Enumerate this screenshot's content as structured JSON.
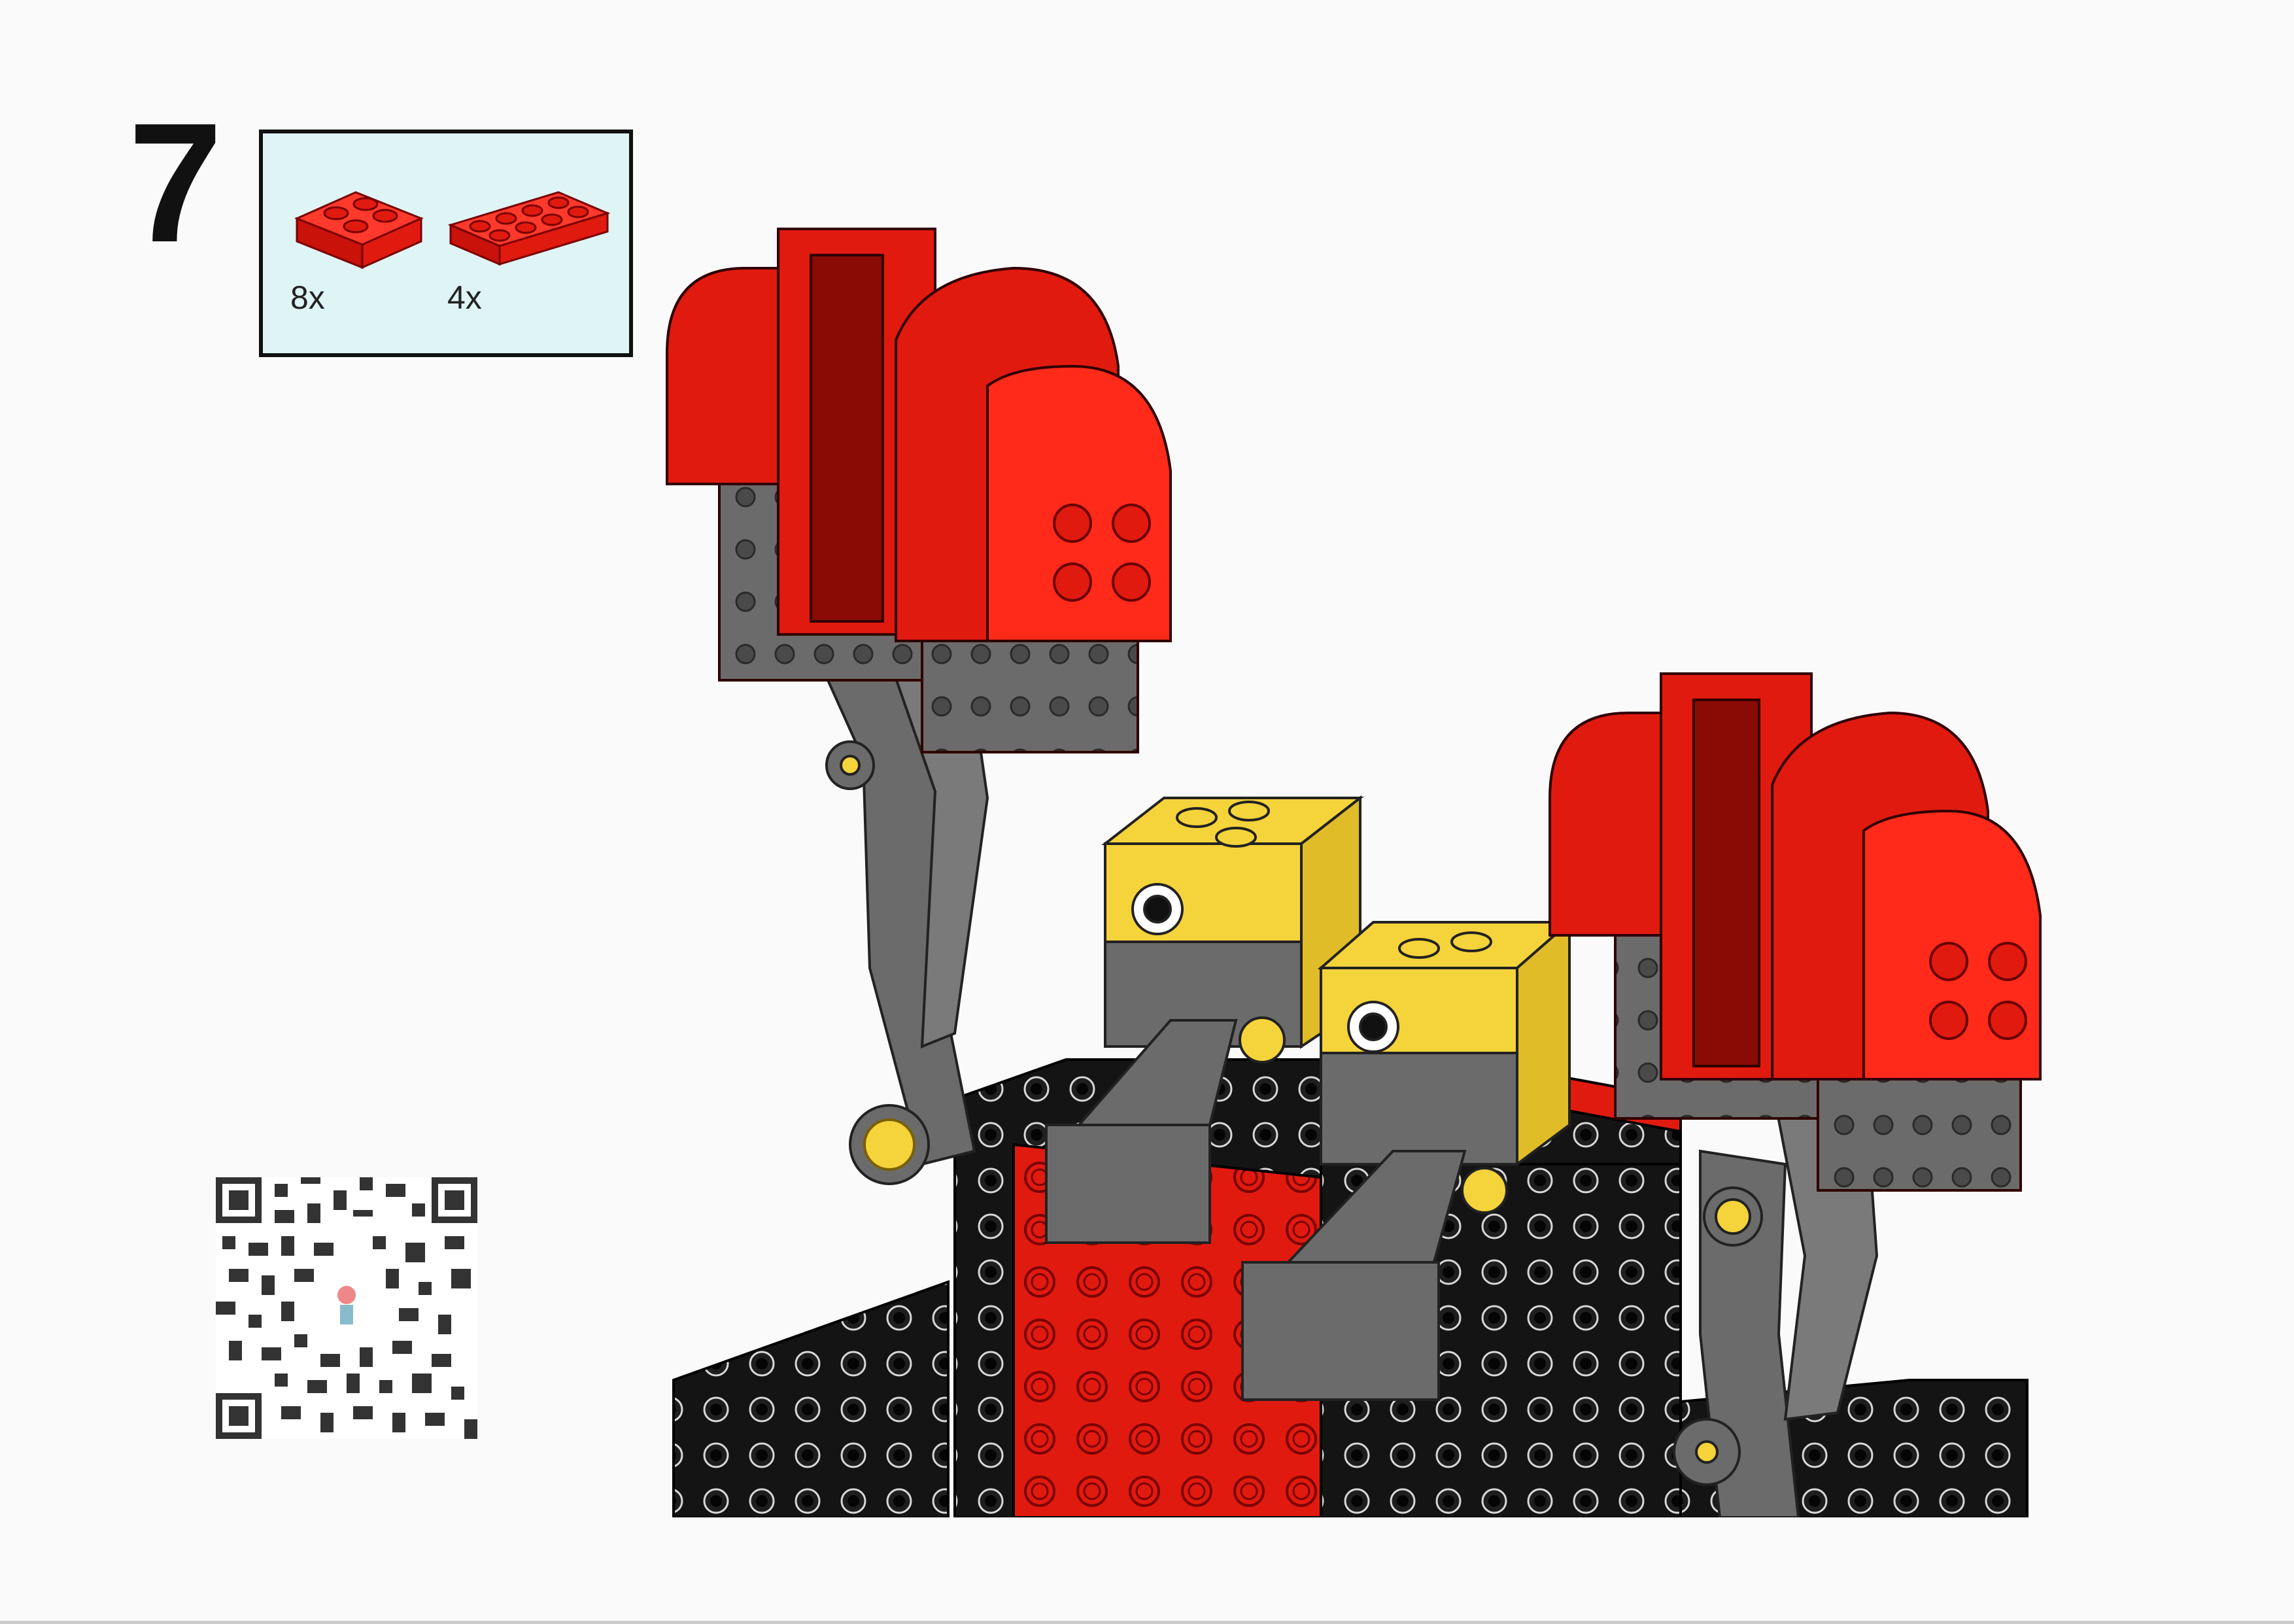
{
  "step": {
    "number": "7"
  },
  "parts": [
    {
      "name": "red-curved-plate-2x2",
      "quantity": "8x",
      "color": "#e11a0f"
    },
    {
      "name": "red-plate-2x4",
      "quantity": "4x",
      "color": "#e11a0f"
    }
  ],
  "colors": {
    "red": "#e11a0f",
    "dark_gray": "#6b6b6b",
    "black": "#121212",
    "yellow": "#f5d33b",
    "parts_bg": "#dff4f5"
  },
  "icons": [
    "qr-code-icon",
    "figure-icon"
  ]
}
